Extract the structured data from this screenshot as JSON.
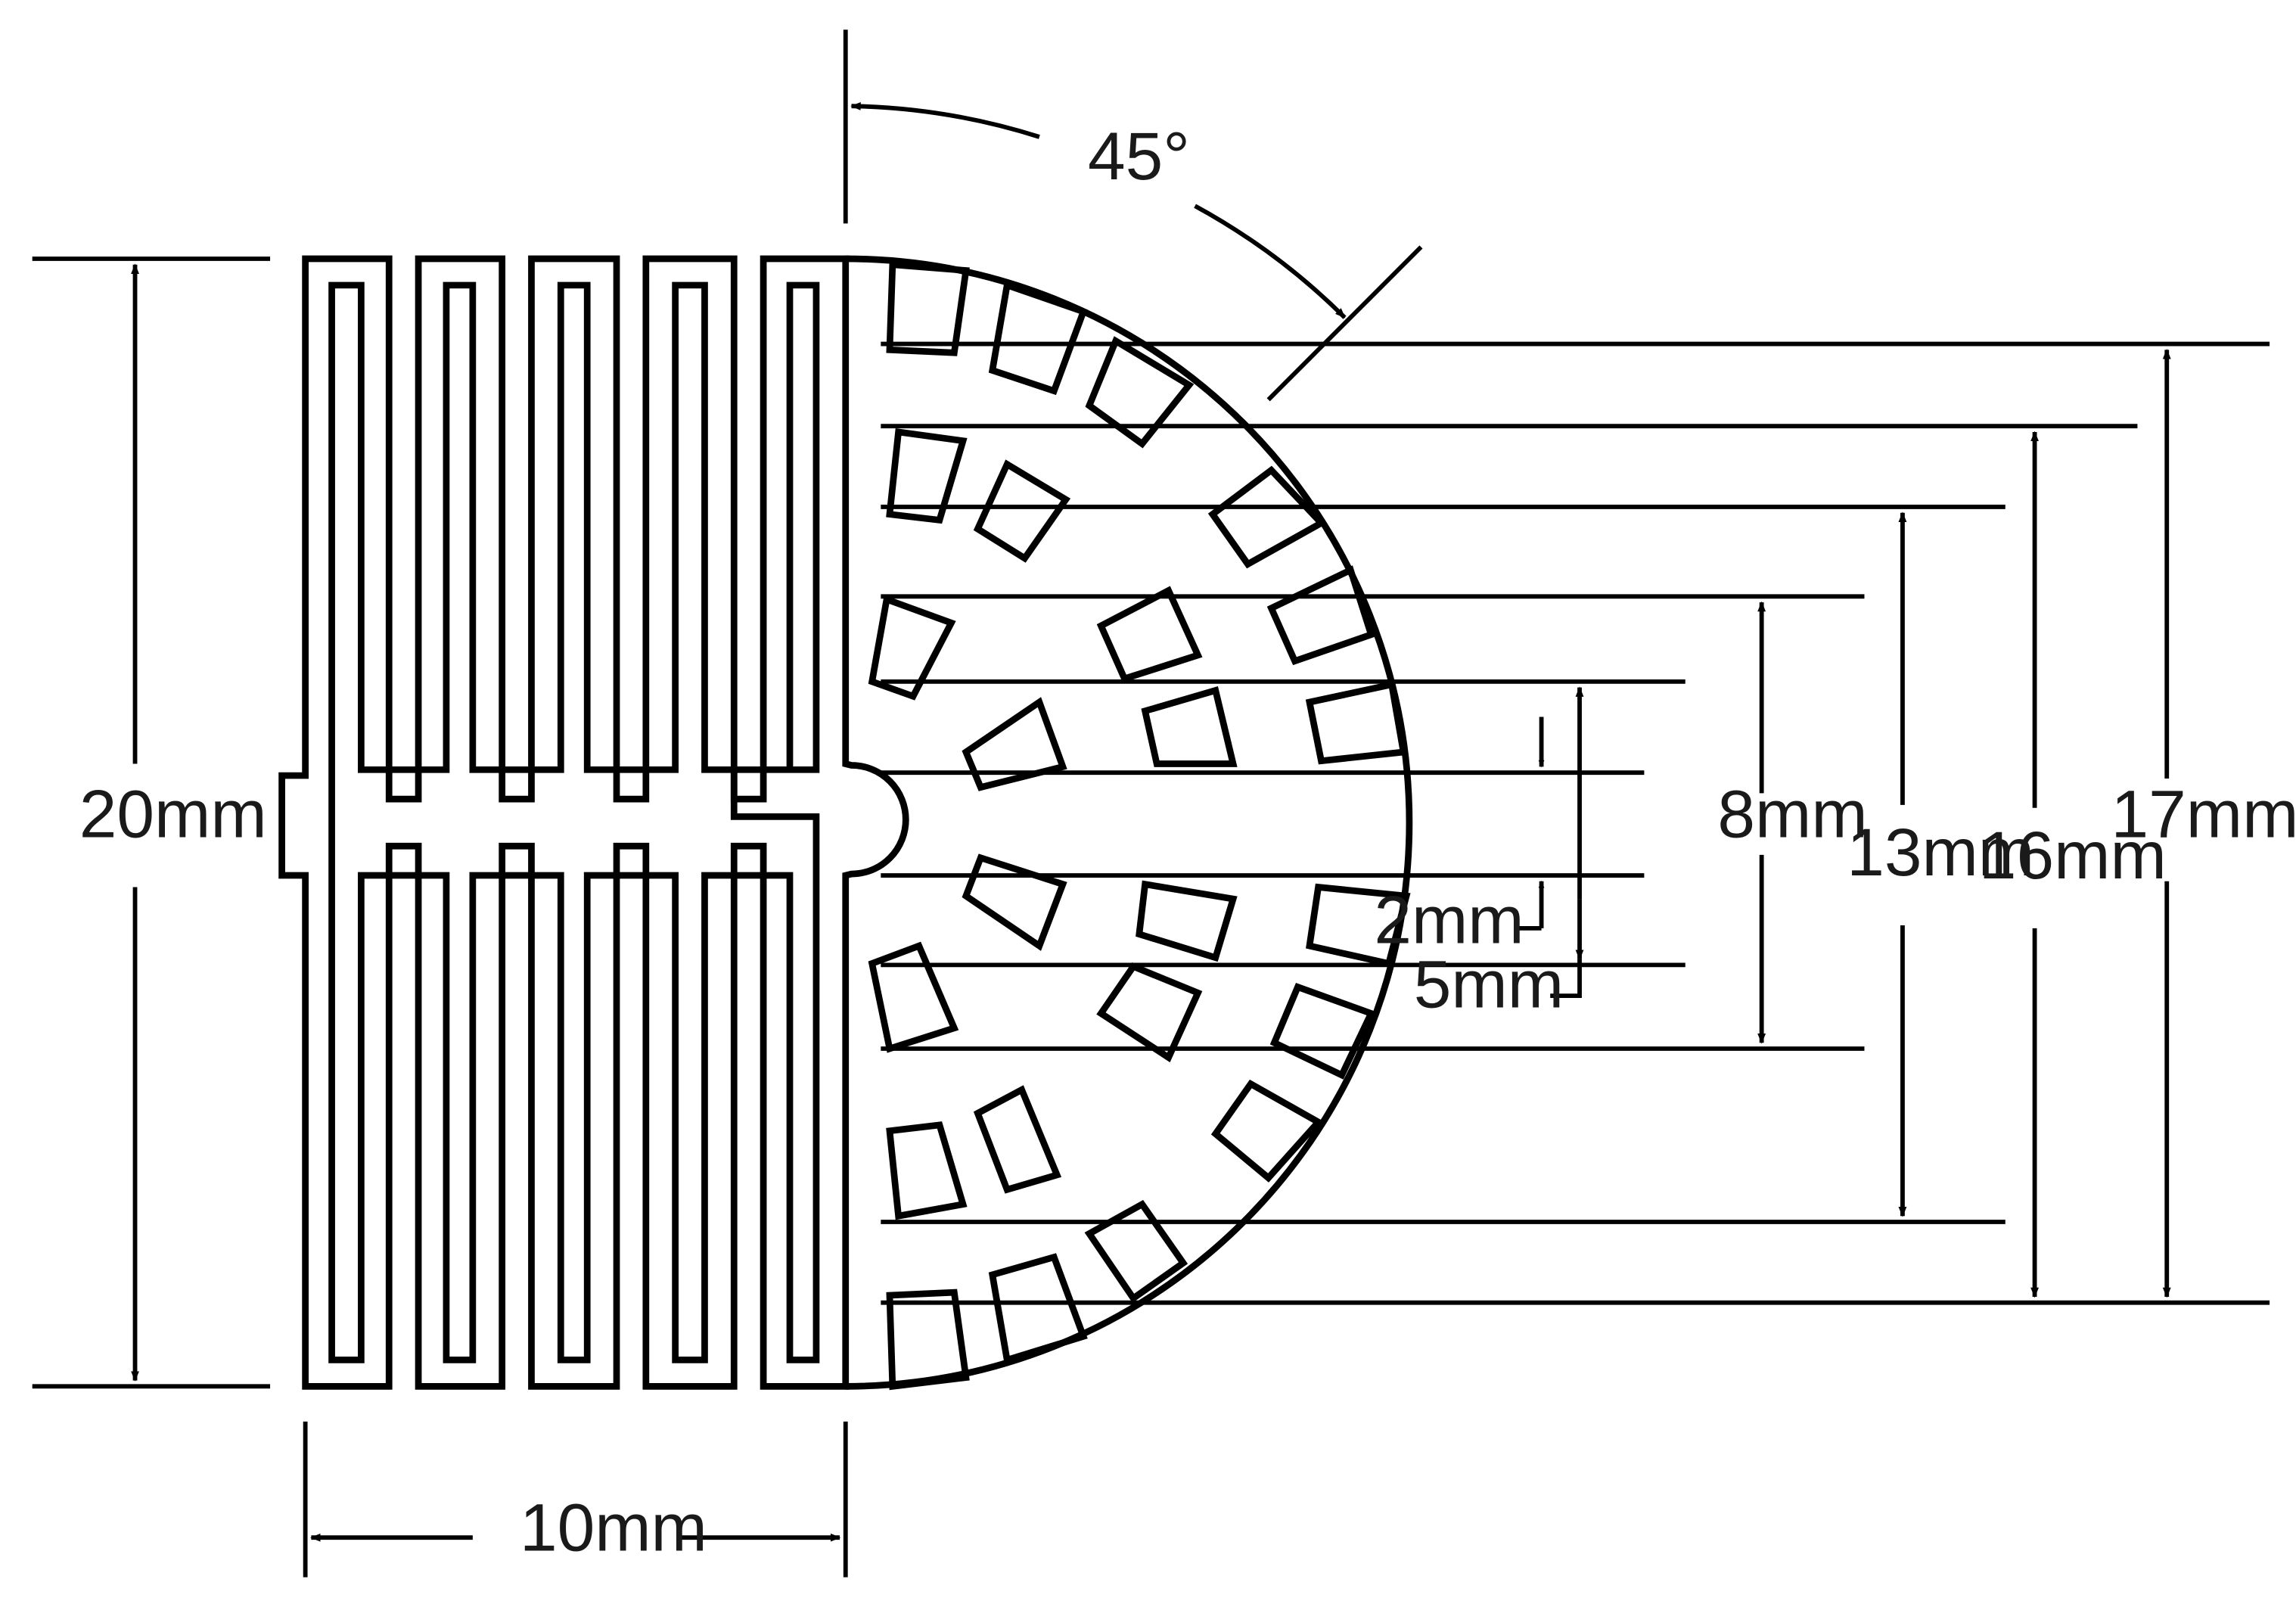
{
  "diagram": {
    "labels": {
      "width_20": "20mm",
      "width_10": "10mm",
      "angle": "45°",
      "dim_2": "2mm",
      "dim_5": "5mm",
      "dim_8": "8mm",
      "dim_13": "13mm",
      "dim_16": "16mm",
      "dim_17": "17mm"
    },
    "colors": {
      "stroke": "#000000",
      "text": "#1a1a1a",
      "background": "#ffffff"
    }
  }
}
